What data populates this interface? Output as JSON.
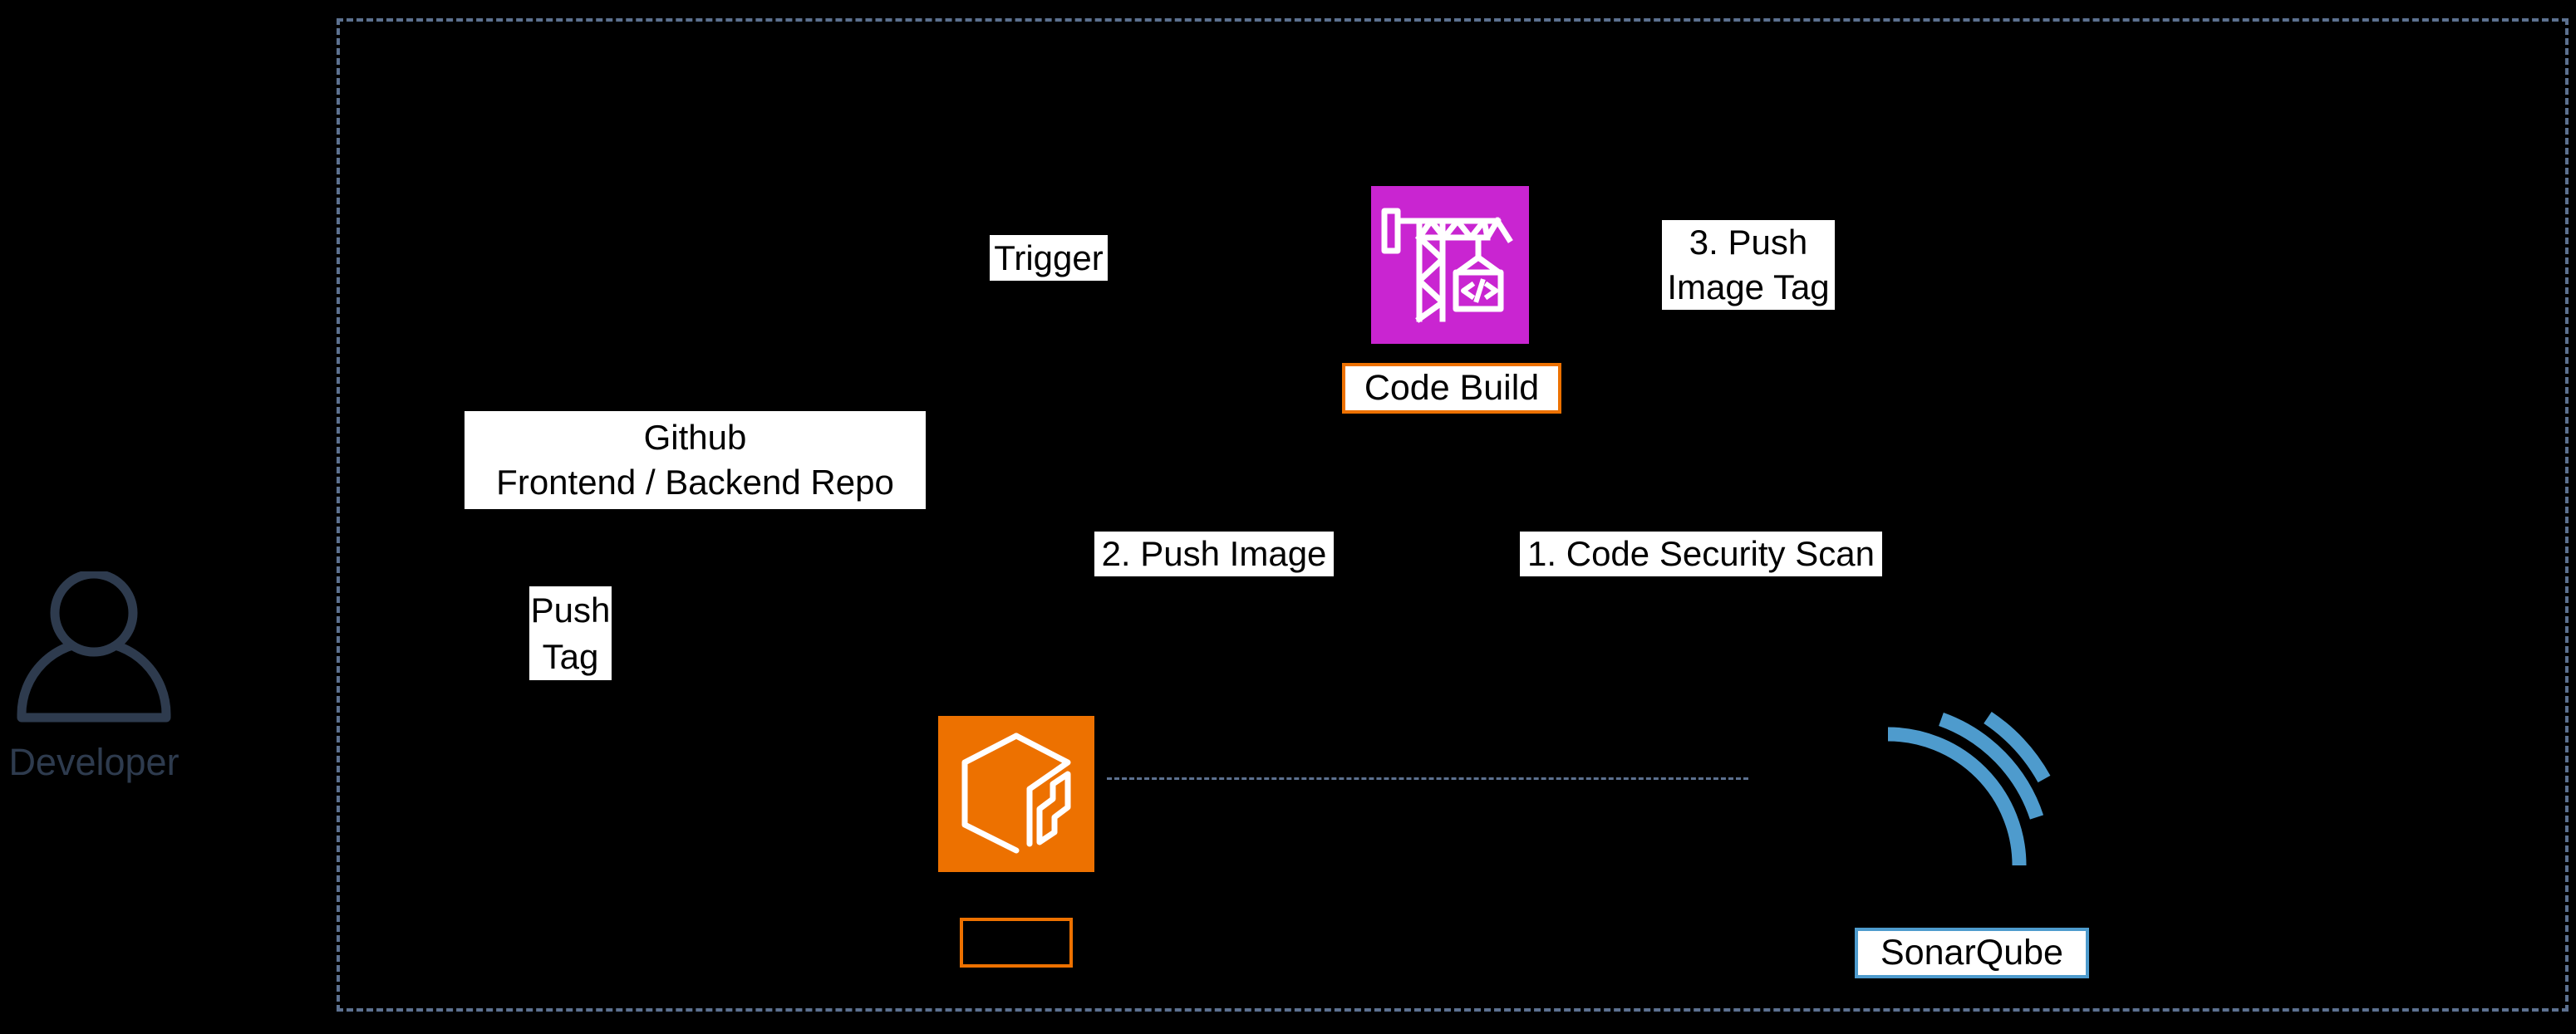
{
  "diagram_title": "CI/CD pipeline diagram",
  "colors": {
    "background": "#000000",
    "boundary_dash": "#5C7190",
    "developer": "#2E3B4E",
    "codebuild_magenta": "#C925D1",
    "aws_orange": "#ED7100",
    "sonarqube_blue": "#4E9BCD",
    "label_bg": "#FFFFFF",
    "label_text": "#000000"
  },
  "nodes": {
    "developer": {
      "label": "Developer"
    },
    "github": {
      "line1": "Github",
      "line2": "Frontend / Backend Repo"
    },
    "codebuild": {
      "label": "Code Build"
    },
    "ecr": {
      "label": ""
    },
    "sonarqube": {
      "label": "SonarQube"
    }
  },
  "flow_labels": {
    "trigger": "Trigger",
    "push_tag": {
      "line1": "Push",
      "line2": "Tag"
    },
    "push_image": "2. Push Image",
    "code_security_scan": "1. Code Security Scan",
    "push_image_tag": {
      "line1": "3. Push",
      "line2": "Image Tag"
    }
  },
  "icons": {
    "developer": "user-icon",
    "codebuild": "codebuild-crane-icon",
    "ecr": "ecr-cube-icon",
    "sonarqube": "sonarqube-waves-icon"
  }
}
